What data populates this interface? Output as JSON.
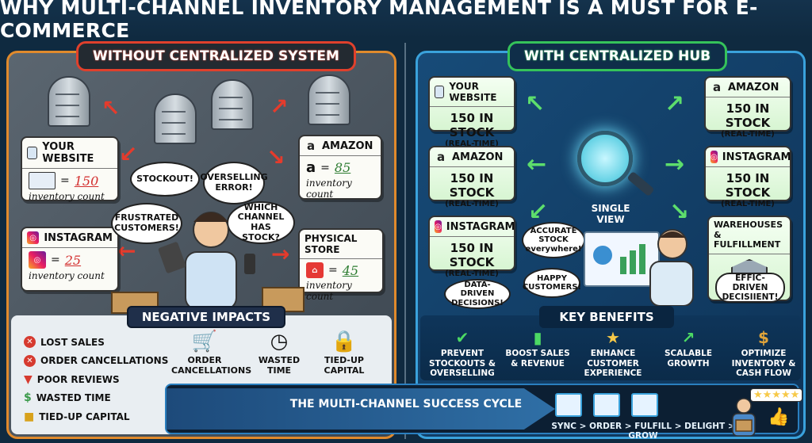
{
  "title": "WHY MULTI-CHANNEL INVENTORY MANAGEMENT IS A MUST FOR E-COMMERCE",
  "left": {
    "header": "WITHOUT CENTRALIZED SYSTEM",
    "cards": [
      {
        "name": "YOUR WEBSITE",
        "value": "150",
        "note": "inventory count"
      },
      {
        "name": "AMAZON",
        "value": "85",
        "note": "inventory count"
      },
      {
        "name": "INSTAGRAM",
        "value": "25",
        "note": "inventory count"
      },
      {
        "name": "PHYSICAL STORE",
        "value": "45",
        "note": "inventory count"
      }
    ],
    "bubbles": {
      "stockout": "STOCKOUT!",
      "overselling": "OVERSELLING ERROR!",
      "frustrated": "FRUSTRATED CUSTOMERS!",
      "which_channel": "WHICH CHANNEL HAS STOCK?"
    },
    "negative": {
      "header": "NEGATIVE IMPACTS",
      "items": [
        "LOST SALES",
        "ORDER CANCELLATIONS",
        "POOR REVIEWS",
        "WASTED TIME",
        "TIED-UP CAPITAL"
      ],
      "icons": [
        "ORDER CANCELLATIONS",
        "WASTED TIME",
        "TIED-UP CAPITAL"
      ]
    }
  },
  "right": {
    "header": "WITH CENTRALIZED HUB",
    "cards": [
      {
        "name": "YOUR WEBSITE",
        "value": "150 IN STOCK",
        "sub": "(REAL-TIME)"
      },
      {
        "name": "AMAZON",
        "value": "150 IN STOCK",
        "sub": "(REAL-TIME)"
      },
      {
        "name": "AMAZON",
        "value": "150 IN STOCK",
        "sub": "(REAL-TIME)"
      },
      {
        "name": "INSTAGRAM",
        "value": "150 IN STOCK",
        "sub": "(REAL-TIME)"
      },
      {
        "name": "INSTAGRAM",
        "value": "150 IN STOCK",
        "sub": "(REAL-TIME)"
      }
    ],
    "warehouse": {
      "name": "WAREHOUSES & FULFILLMENT",
      "bubble": "EFFIC-DRIVEN DECISIIENT!"
    },
    "hub_label": "SINGLE VIEW",
    "bubbles": {
      "accurate": "ACCURATE STOCK everywhere!",
      "happy": "HAPPY CUSTOMERS!",
      "data": "DATA-DRIVEN DECISIONS!"
    },
    "benefits": {
      "header": "KEY BENEFITS",
      "items": [
        "PREVENT STOCKOUTS & OVERSELLING",
        "BOOST SALES & REVENUE",
        "ENHANCE CUSTOMER EXPERIENCE",
        "SCALABLE GROWTH",
        "OPTIMIZE INVENTORY & CASH FLOW"
      ]
    }
  },
  "cycle": {
    "title": "THE MULTI-CHANNEL SUCCESS CYCLE",
    "steps": "SYNC > ORDER > FULFILL > DELIGHT > GROW"
  }
}
